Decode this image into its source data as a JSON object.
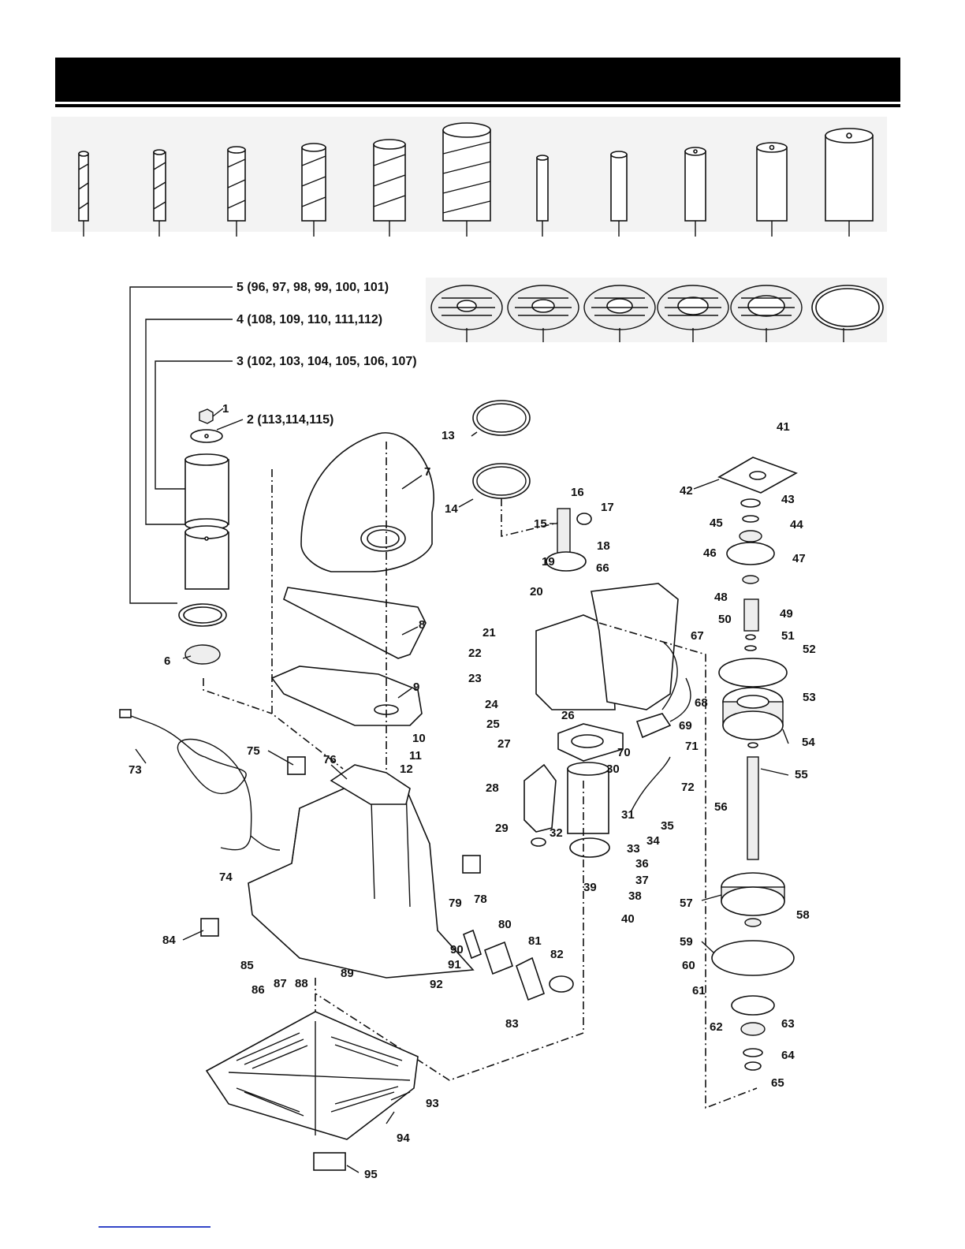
{
  "header": {
    "title": ""
  },
  "groups": [
    {
      "text": "5 (96, 97, 98, 99, 100, 101)"
    },
    {
      "text": "4 (108, 109, 110, 111,112)"
    },
    {
      "text": "3 (102, 103, 104, 105, 106, 107)"
    },
    {
      "text": "2 (113,114,115)"
    }
  ],
  "labels": [
    "1",
    "6",
    "7",
    "8",
    "9",
    "10",
    "11",
    "12",
    "13",
    "14",
    "15",
    "16",
    "17",
    "18",
    "19",
    "20",
    "21",
    "22",
    "23",
    "24",
    "25",
    "26",
    "27",
    "28",
    "29",
    "30",
    "31",
    "32",
    "33",
    "34",
    "35",
    "36",
    "37",
    "38",
    "39",
    "40",
    "41",
    "42",
    "43",
    "44",
    "45",
    "46",
    "47",
    "48",
    "49",
    "50",
    "51",
    "52",
    "53",
    "54",
    "55",
    "56",
    "57",
    "58",
    "59",
    "60",
    "61",
    "62",
    "63",
    "64",
    "65",
    "66",
    "67",
    "68",
    "69",
    "70",
    "71",
    "72",
    "73",
    "74",
    "75",
    "76",
    "78",
    "79",
    "80",
    "81",
    "82",
    "83",
    "84",
    "85",
    "86",
    "87",
    "88",
    "89",
    "90",
    "91",
    "92",
    "93",
    "94",
    "95"
  ],
  "icons": [
    "spindle-sleeve-icon",
    "sanding-drum-icon",
    "throat-plate-icon",
    "motor-icon",
    "base-cabinet-icon",
    "power-cord-icon",
    "pulley-icon",
    "spindle-shaft-icon",
    "base-plate-icon"
  ]
}
